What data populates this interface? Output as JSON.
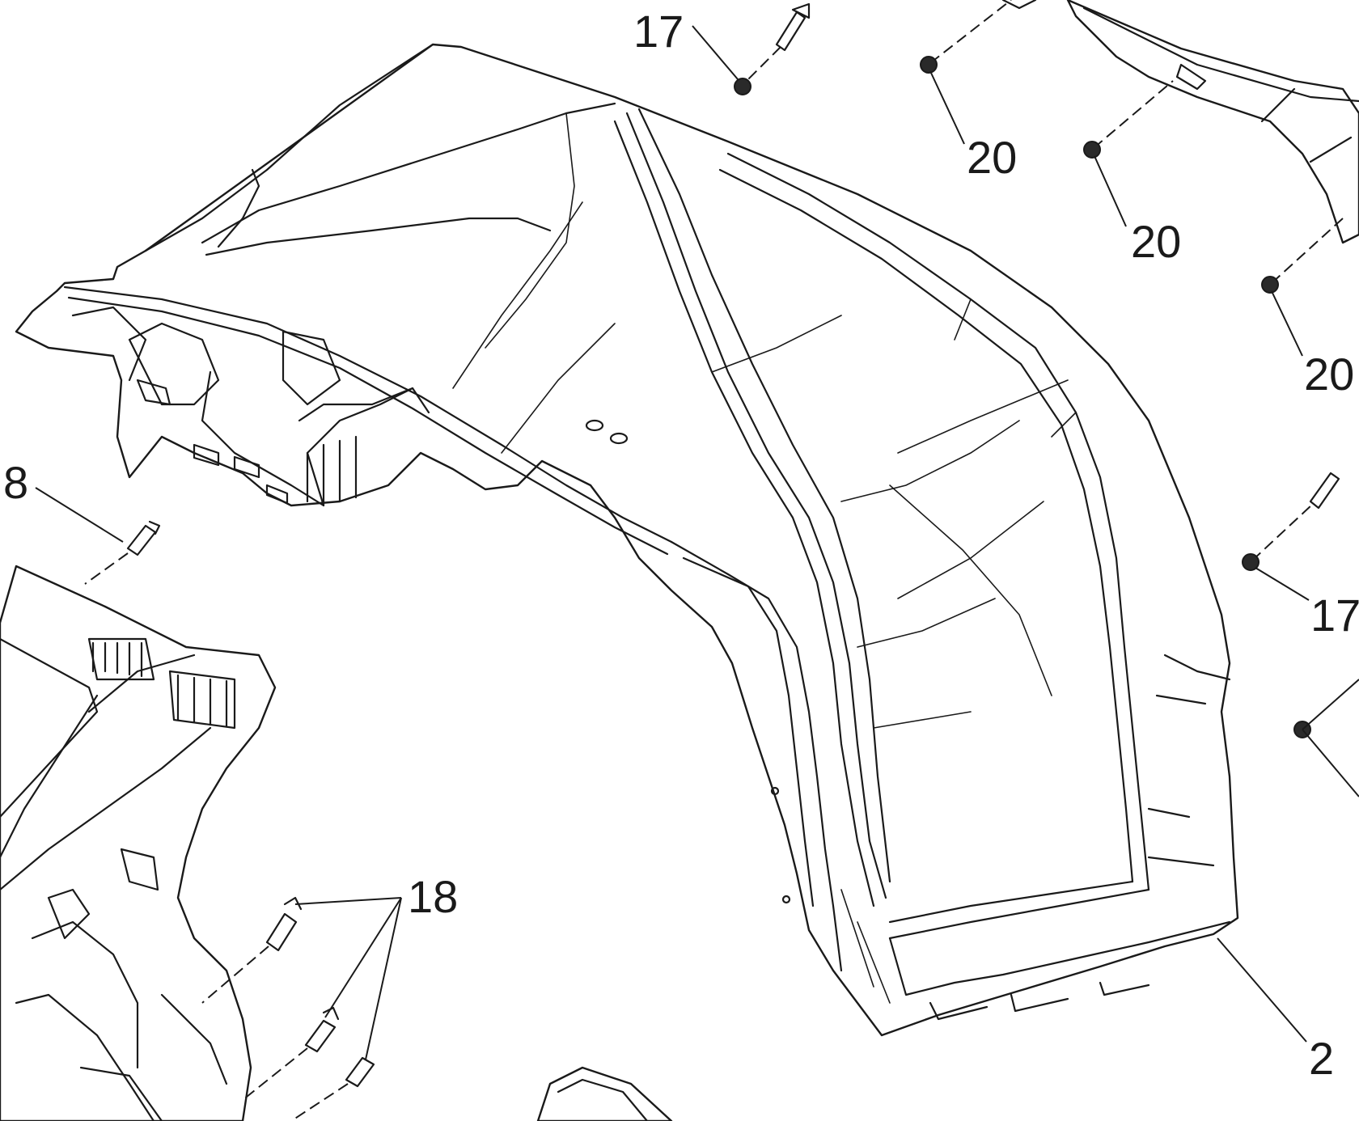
{
  "diagram": {
    "callouts": [
      {
        "id": "c17a",
        "label": "17"
      },
      {
        "id": "c20a",
        "label": "20"
      },
      {
        "id": "c20b",
        "label": "20"
      },
      {
        "id": "c20c",
        "label": "20"
      },
      {
        "id": "c8",
        "label": "8"
      },
      {
        "id": "c17b",
        "label": "17"
      },
      {
        "id": "c18",
        "label": "18"
      },
      {
        "id": "c2",
        "label": "2"
      }
    ]
  }
}
